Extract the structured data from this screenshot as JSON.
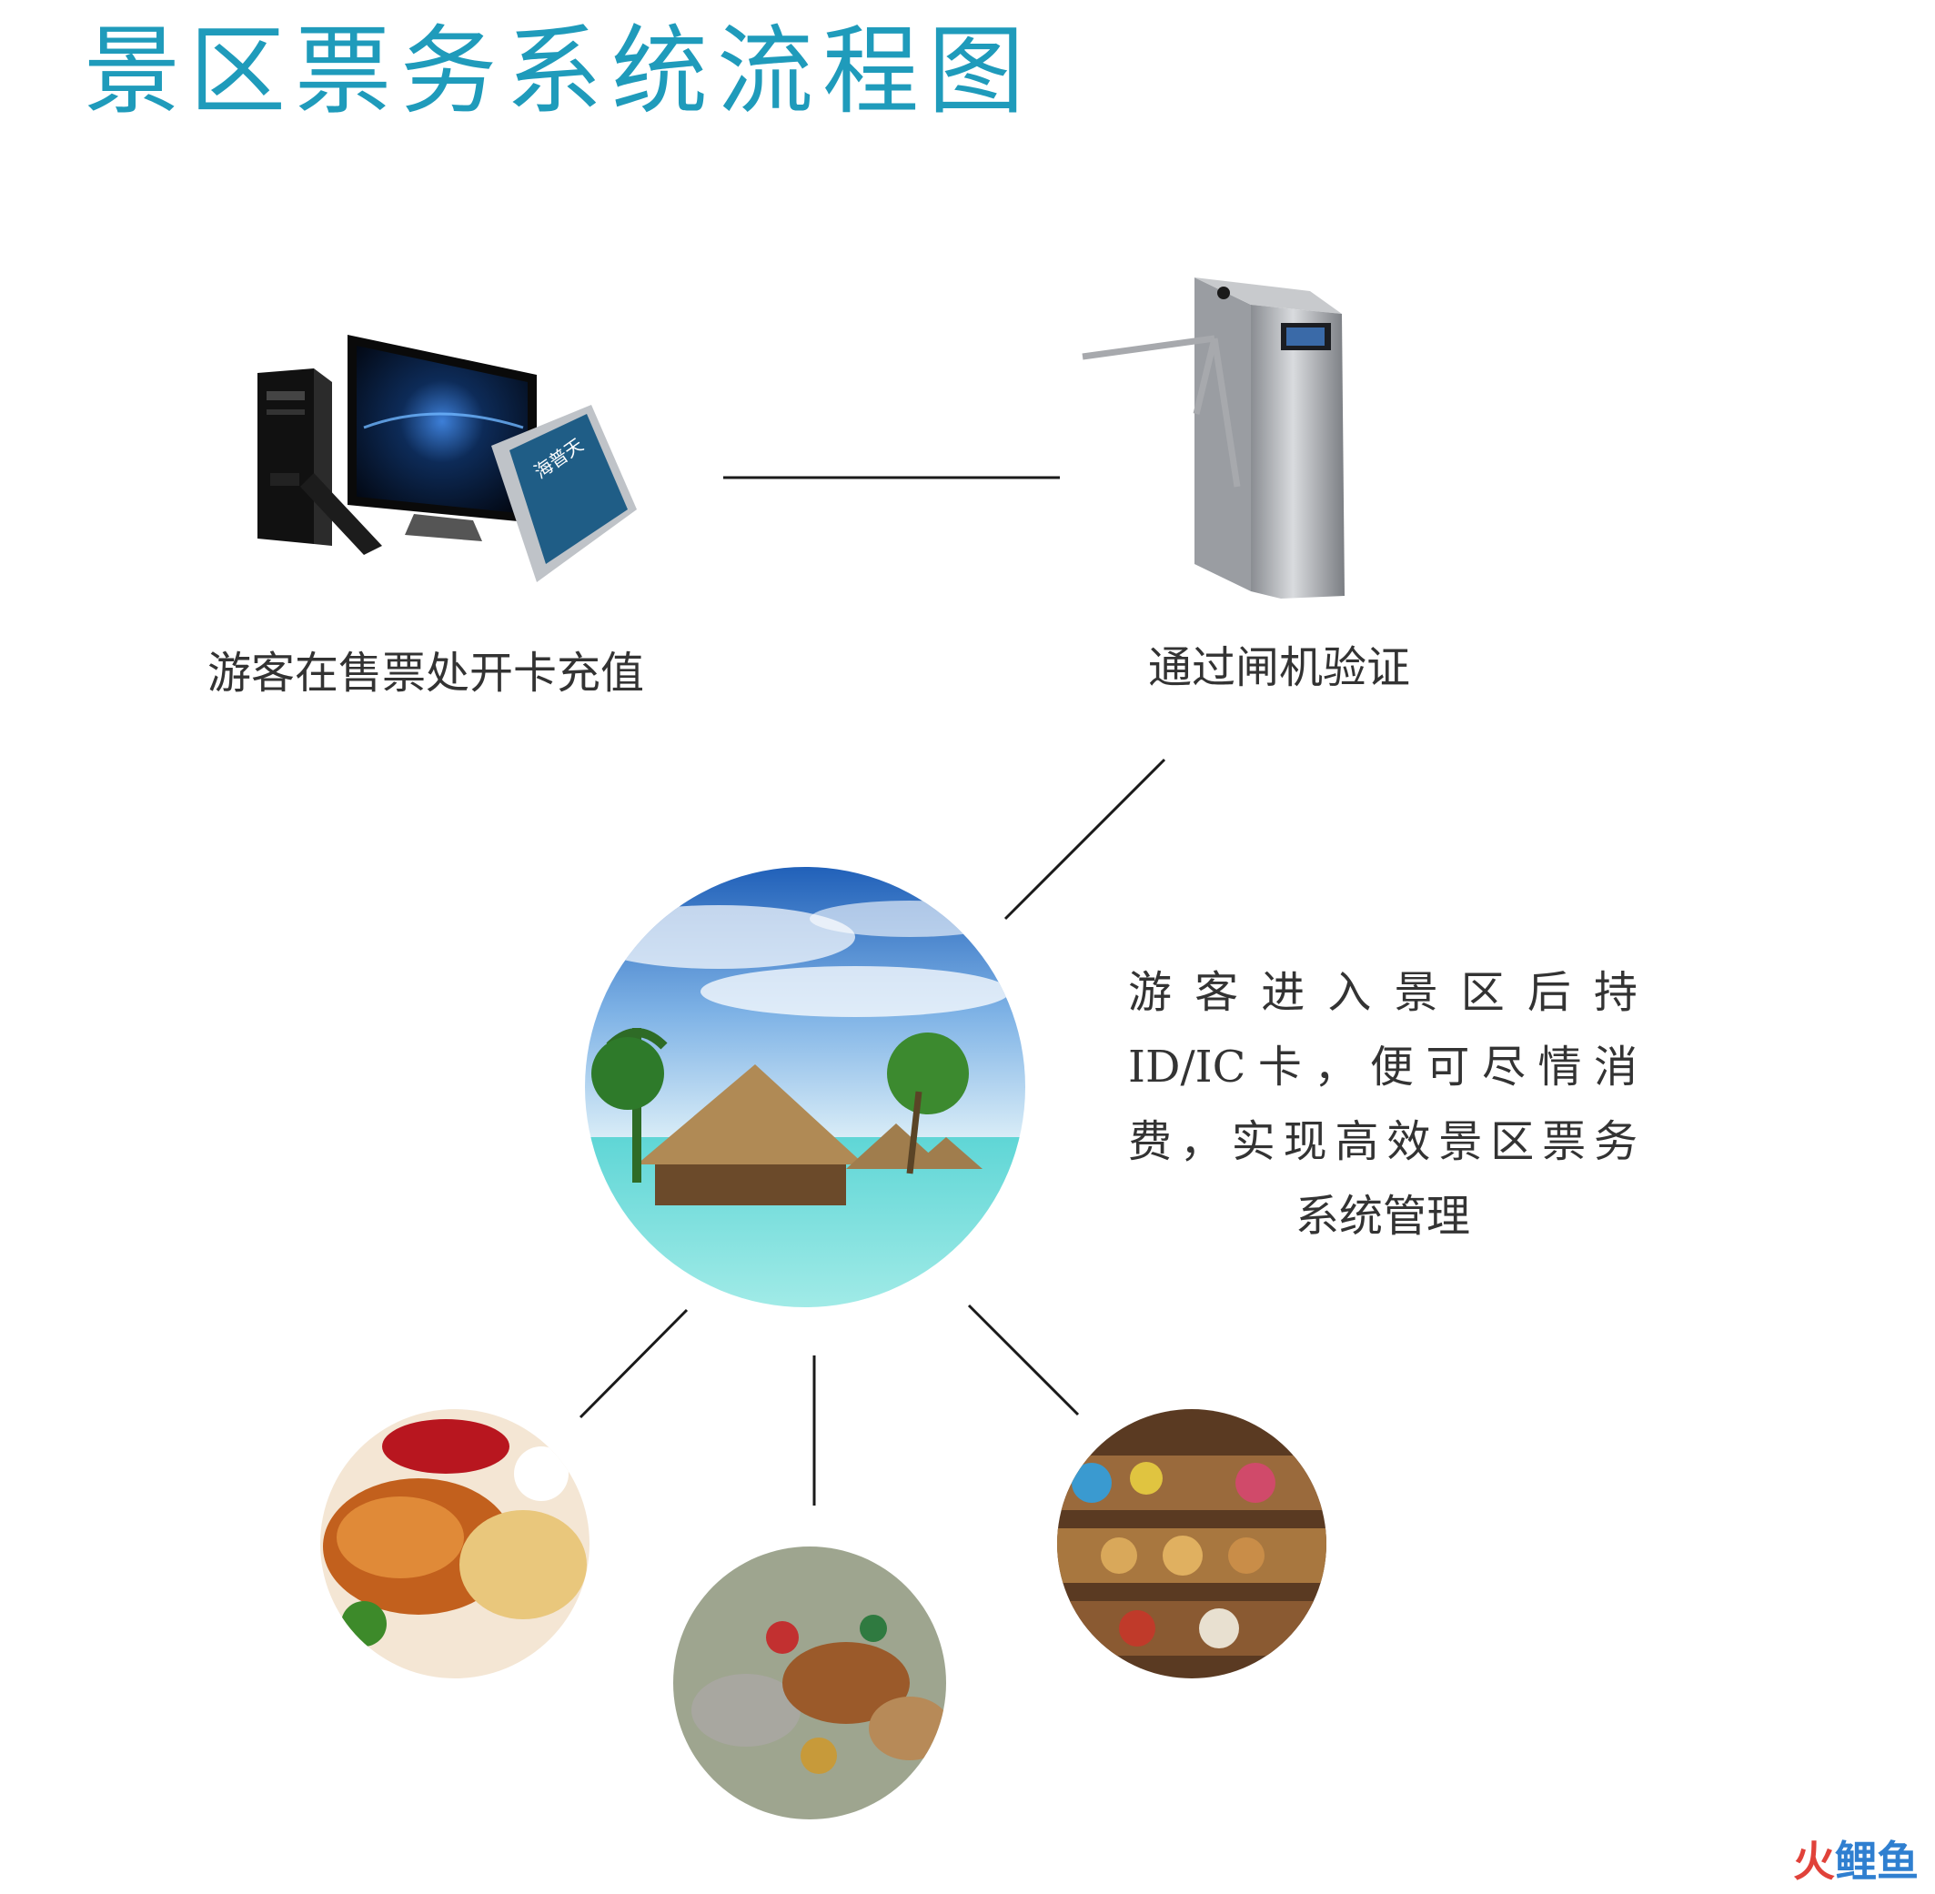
{
  "title": "景区票务系统流程图",
  "nodes": {
    "ticket_office": {
      "label": "游客在售票处开卡充值",
      "card_text": "海普天"
    },
    "gate": {
      "label": "通过闸机验证"
    },
    "description": {
      "lines": [
        "游客进入景区后持",
        "ID/IC卡，便可尽情消",
        "费，实现高效景区票务",
        "系统管理"
      ]
    }
  },
  "watermark": {
    "part1": "火",
    "part2": "鲤鱼"
  },
  "colors": {
    "title": "#1f9bbb",
    "text": "#333333",
    "line": "#1a1a1a"
  }
}
